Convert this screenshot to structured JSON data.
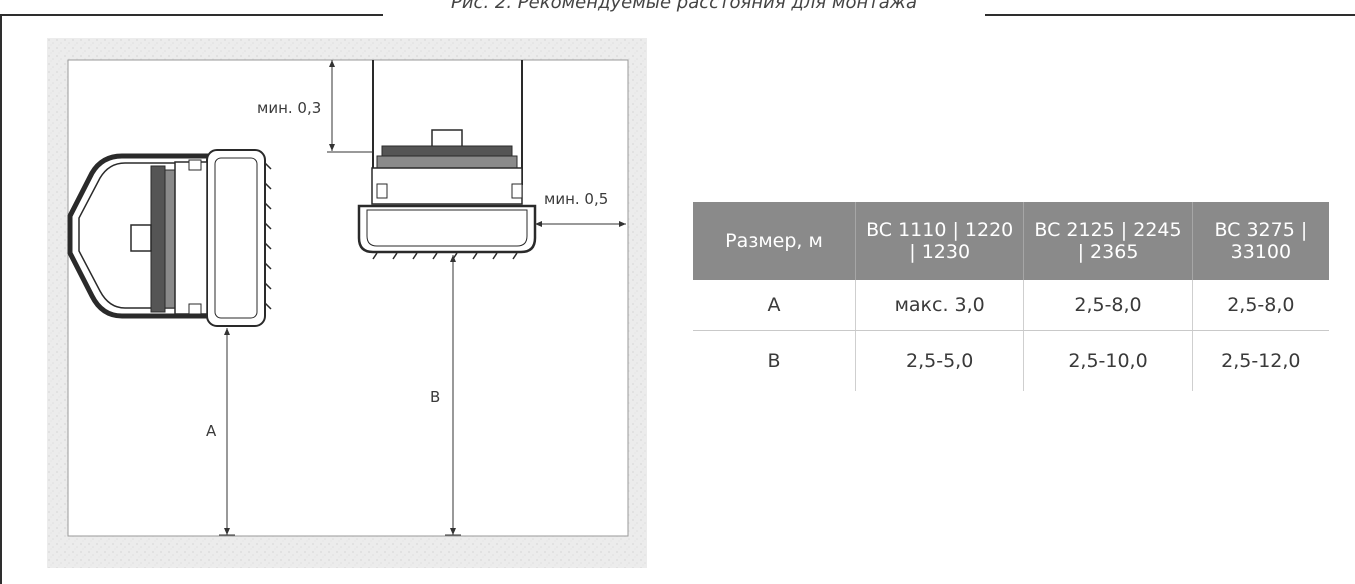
{
  "caption": "Рис. 2. Рекомендуемые расстояния для монтажа",
  "diagram": {
    "labels": {
      "min_top": "мин. 0,3",
      "min_side": "мин. 0,5",
      "dim_a": "A",
      "dim_b": "B"
    }
  },
  "table": {
    "headers": [
      "Размер, м",
      "BC 1110 | 1220 | 1230",
      "BC 2125 | 2245 | 2365",
      "BC 3275 | 33100"
    ],
    "rows": [
      [
        "A",
        "макс. 3,0",
        "2,5-8,0",
        "2,5-8,0"
      ],
      [
        "B",
        "2,5-5,0",
        "2,5-10,0",
        "2,5-12,0"
      ]
    ]
  },
  "colors": {
    "frame": "#2e2e2e",
    "header_bg": "#8a8a8a",
    "wall_texture": "#ebebeb"
  }
}
